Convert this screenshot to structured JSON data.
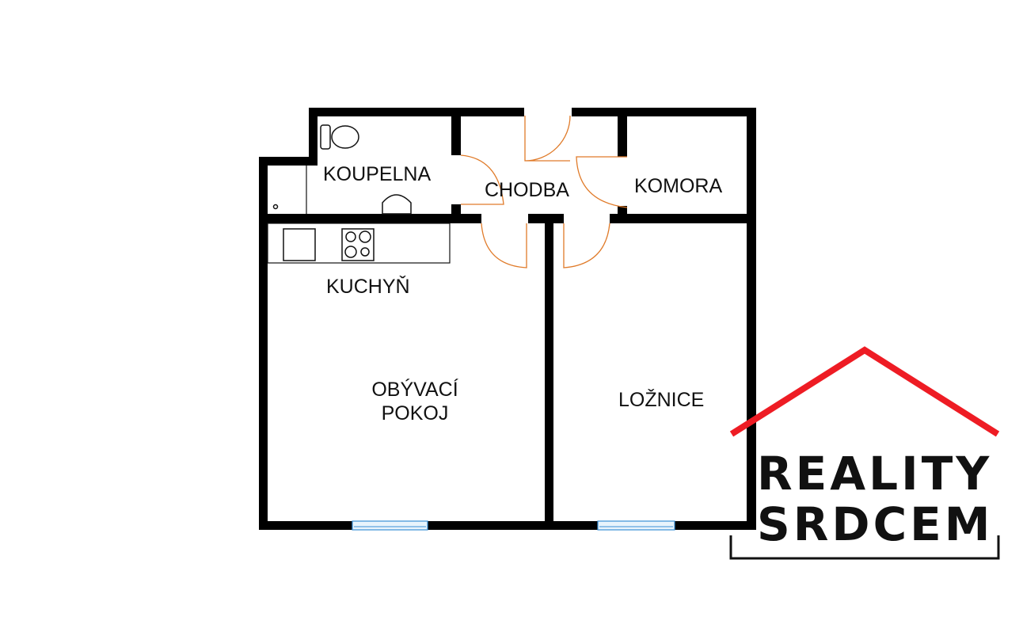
{
  "rooms": {
    "bathroom": "KOUPELNA",
    "hallway": "CHODBA",
    "storage": "KOMORA",
    "kitchen": "KUCHYŇ",
    "living_room_line1": "OBÝVACÍ",
    "living_room_line2": "POKOJ",
    "bedroom": "LOŽNICE"
  },
  "logo": {
    "line1": "REALITY",
    "line2": "SRDCEM",
    "roof_color": "#ee1c24"
  },
  "colors": {
    "wall": "#000000",
    "door": "#e07b2a",
    "window": "#3a8fd6"
  }
}
